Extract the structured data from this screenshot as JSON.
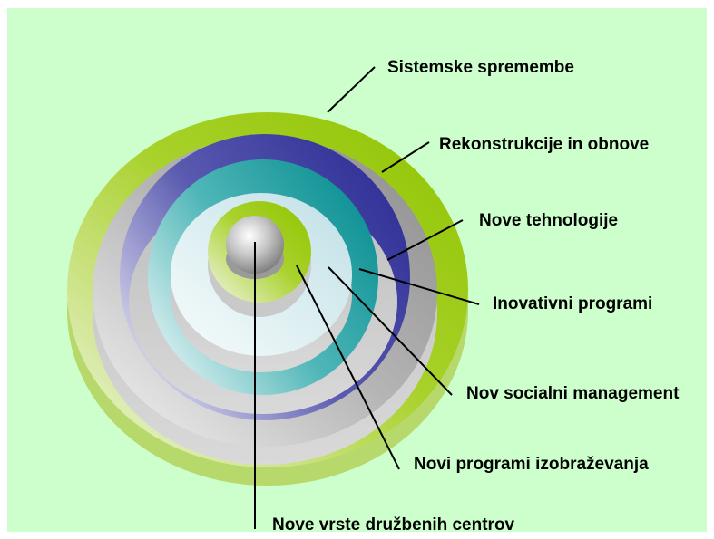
{
  "diagram": {
    "rings": [
      {
        "id": "ring-1",
        "label": "Sistemske spremembe",
        "color": "#99cc00"
      },
      {
        "id": "ring-2",
        "label": "Rekonstrukcije in obnove",
        "color": "#999999"
      },
      {
        "id": "ring-3",
        "label": "Nove tehnologije",
        "color": "#333399"
      },
      {
        "id": "ring-4",
        "label": "Inovativni programi",
        "color": "#009999"
      },
      {
        "id": "ring-5",
        "label": "Nov socialni management",
        "color": "#cce8ec"
      },
      {
        "id": "ring-6",
        "label": "Novi programi izobraževanja",
        "color": "#99cc00"
      },
      {
        "id": "ring-7",
        "label": "Nove vrste družbenih centrov",
        "color": "#aaaaaa"
      }
    ],
    "background_color": "#ccffcc"
  }
}
